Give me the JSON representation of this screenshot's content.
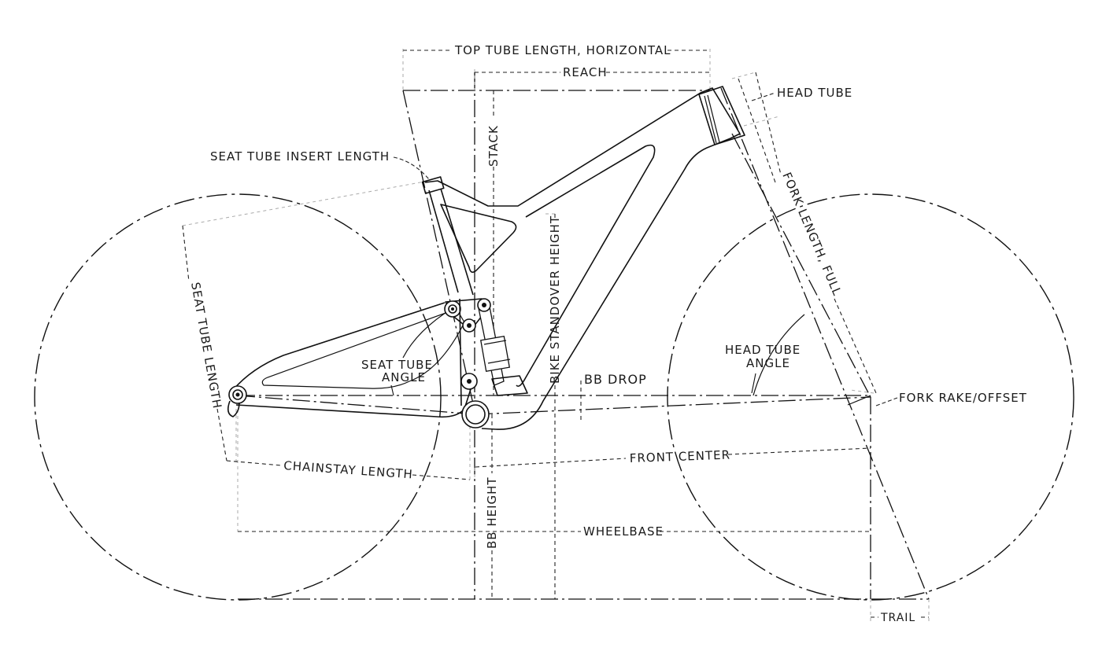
{
  "title": "Full-suspension mountain bike frame geometry diagram",
  "line_color": "#111111",
  "extension_line_color": "#aaaaaa",
  "background_color": "#ffffff",
  "labels": {
    "top_tube_length": "TOP TUBE LENGTH, HORIZONTAL",
    "reach": "REACH",
    "head_tube": "HEAD TUBE",
    "seat_tube_insert_length": "SEAT TUBE INSERT LENGTH",
    "stack": "STACK",
    "fork_length": "FORK LENGTH, FULL",
    "seat_tube_length": "SEAT TUBE LENGTH",
    "bike_standover_height": "BIKE STANDOVER HEIGHT",
    "seat_tube_angle_line1": "SEAT TUBE",
    "seat_tube_angle_line2": "ANGLE",
    "bb_drop": "BB DROP",
    "head_tube_angle_line1": "HEAD TUBE",
    "head_tube_angle_line2": "ANGLE",
    "fork_rake_offset": "FORK RAKE/OFFSET",
    "chainstay_length": "CHAINSTAY LENGTH",
    "front_center": "FRONT CENTER",
    "bb_height": "BB HEIGHT",
    "wheelbase": "WHEELBASE",
    "trail": "TRAIL"
  },
  "components": {
    "rear_wheel": "rear wheel outline",
    "front_wheel": "front wheel outline",
    "frame": "front triangle",
    "rear_triangle": "swingarm / chainstay",
    "shock": "rear shock",
    "bottom_bracket": "bottom bracket shell"
  }
}
